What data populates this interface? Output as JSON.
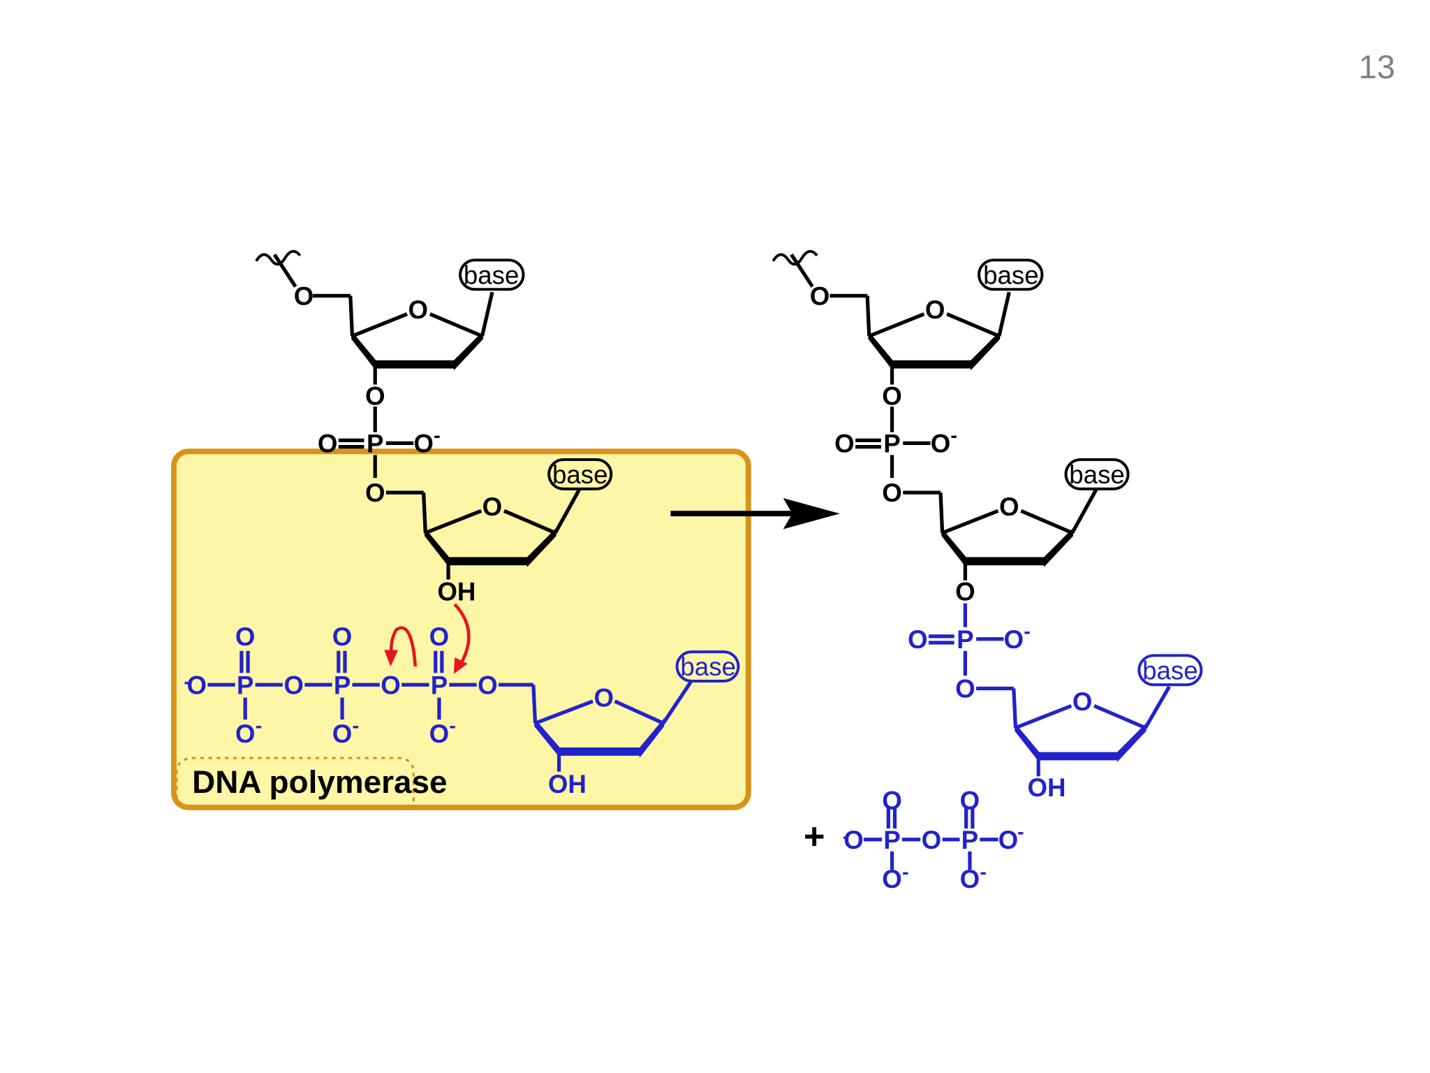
{
  "slide": {
    "number": "13"
  },
  "atoms": {
    "oxygen": "O",
    "phosphorus": "P",
    "hydroxyl": "OH",
    "minus": "-"
  },
  "labels": {
    "base": "base",
    "enzyme": "DNA polymerase",
    "plus": "+"
  },
  "colors": {
    "template": "#000000",
    "incoming": "#2222cc",
    "mechanism_arrow": "#e8141c",
    "enzyme_fill": "#fdf6a6",
    "enzyme_border": "#d9921a",
    "slide_number": "#808080"
  }
}
